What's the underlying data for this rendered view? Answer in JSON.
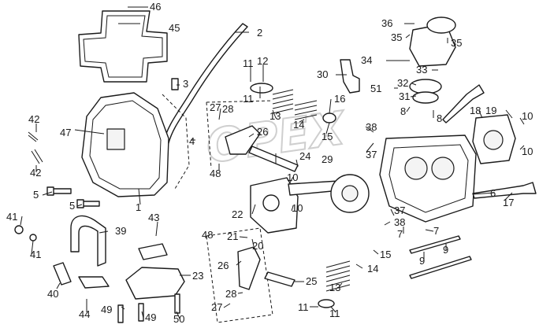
{
  "watermark_text": "OPEX",
  "labels": [
    {
      "id": "c46",
      "text": "46"
    },
    {
      "id": "c45",
      "text": "45"
    },
    {
      "id": "c2",
      "text": "2"
    },
    {
      "id": "c47",
      "text": "47"
    },
    {
      "id": "c42a",
      "text": "42"
    },
    {
      "id": "c42b",
      "text": "42"
    },
    {
      "id": "c5a",
      "text": "5"
    },
    {
      "id": "c5b",
      "text": "5"
    },
    {
      "id": "c1",
      "text": "1"
    },
    {
      "id": "c3",
      "text": "3"
    },
    {
      "id": "c4",
      "text": "4"
    },
    {
      "id": "c11a",
      "text": "11"
    },
    {
      "id": "c12",
      "text": "12"
    },
    {
      "id": "c11b",
      "text": "11"
    },
    {
      "id": "c27a",
      "text": "27"
    },
    {
      "id": "c28a",
      "text": "28"
    },
    {
      "id": "c13a",
      "text": "13"
    },
    {
      "id": "c14a",
      "text": "14"
    },
    {
      "id": "c16",
      "text": "16"
    },
    {
      "id": "c15a",
      "text": "15"
    },
    {
      "id": "c26a",
      "text": "26"
    },
    {
      "id": "c24",
      "text": "24"
    },
    {
      "id": "c29",
      "text": "29"
    },
    {
      "id": "c48a",
      "text": "48"
    },
    {
      "id": "c10a",
      "text": "10"
    },
    {
      "id": "c30",
      "text": "30"
    },
    {
      "id": "c36",
      "text": "36"
    },
    {
      "id": "c35a",
      "text": "35"
    },
    {
      "id": "c35b",
      "text": "35"
    },
    {
      "id": "c34",
      "text": "34"
    },
    {
      "id": "c33",
      "text": "33"
    },
    {
      "id": "c51",
      "text": "51"
    },
    {
      "id": "c32",
      "text": "32"
    },
    {
      "id": "c31",
      "text": "31"
    },
    {
      "id": "c8a",
      "text": "8"
    },
    {
      "id": "c8b",
      "text": "8"
    },
    {
      "id": "c18",
      "text": "18"
    },
    {
      "id": "c19",
      "text": "19"
    },
    {
      "id": "c10b",
      "text": "10"
    },
    {
      "id": "c10c",
      "text": "10"
    },
    {
      "id": "c38a",
      "text": "38"
    },
    {
      "id": "c37a",
      "text": "37"
    },
    {
      "id": "c22",
      "text": "22"
    },
    {
      "id": "c10d",
      "text": "10"
    },
    {
      "id": "c6",
      "text": "6"
    },
    {
      "id": "c17",
      "text": "17"
    },
    {
      "id": "c37b",
      "text": "37"
    },
    {
      "id": "c38b",
      "text": "38"
    },
    {
      "id": "c7a",
      "text": "7"
    },
    {
      "id": "c7b",
      "text": "7"
    },
    {
      "id": "c15b",
      "text": "15"
    },
    {
      "id": "c9a",
      "text": "9"
    },
    {
      "id": "c9b",
      "text": "9"
    },
    {
      "id": "c14b",
      "text": "14"
    },
    {
      "id": "c13b",
      "text": "13"
    },
    {
      "id": "c11c",
      "text": "11"
    },
    {
      "id": "c11d",
      "text": "11"
    },
    {
      "id": "c41a",
      "text": "41"
    },
    {
      "id": "c41b",
      "text": "41"
    },
    {
      "id": "c39",
      "text": "39"
    },
    {
      "id": "c40",
      "text": "40"
    },
    {
      "id": "c43",
      "text": "43"
    },
    {
      "id": "c23",
      "text": "23"
    },
    {
      "id": "c44",
      "text": "44"
    },
    {
      "id": "c49a",
      "text": "49"
    },
    {
      "id": "c49b",
      "text": "49"
    },
    {
      "id": "c50",
      "text": "50"
    },
    {
      "id": "c48b",
      "text": "48"
    },
    {
      "id": "c21",
      "text": "21"
    },
    {
      "id": "c20",
      "text": "20"
    },
    {
      "id": "c26b",
      "text": "26"
    },
    {
      "id": "c25",
      "text": "25"
    },
    {
      "id": "c28b",
      "text": "28"
    },
    {
      "id": "c27b",
      "text": "27"
    }
  ]
}
